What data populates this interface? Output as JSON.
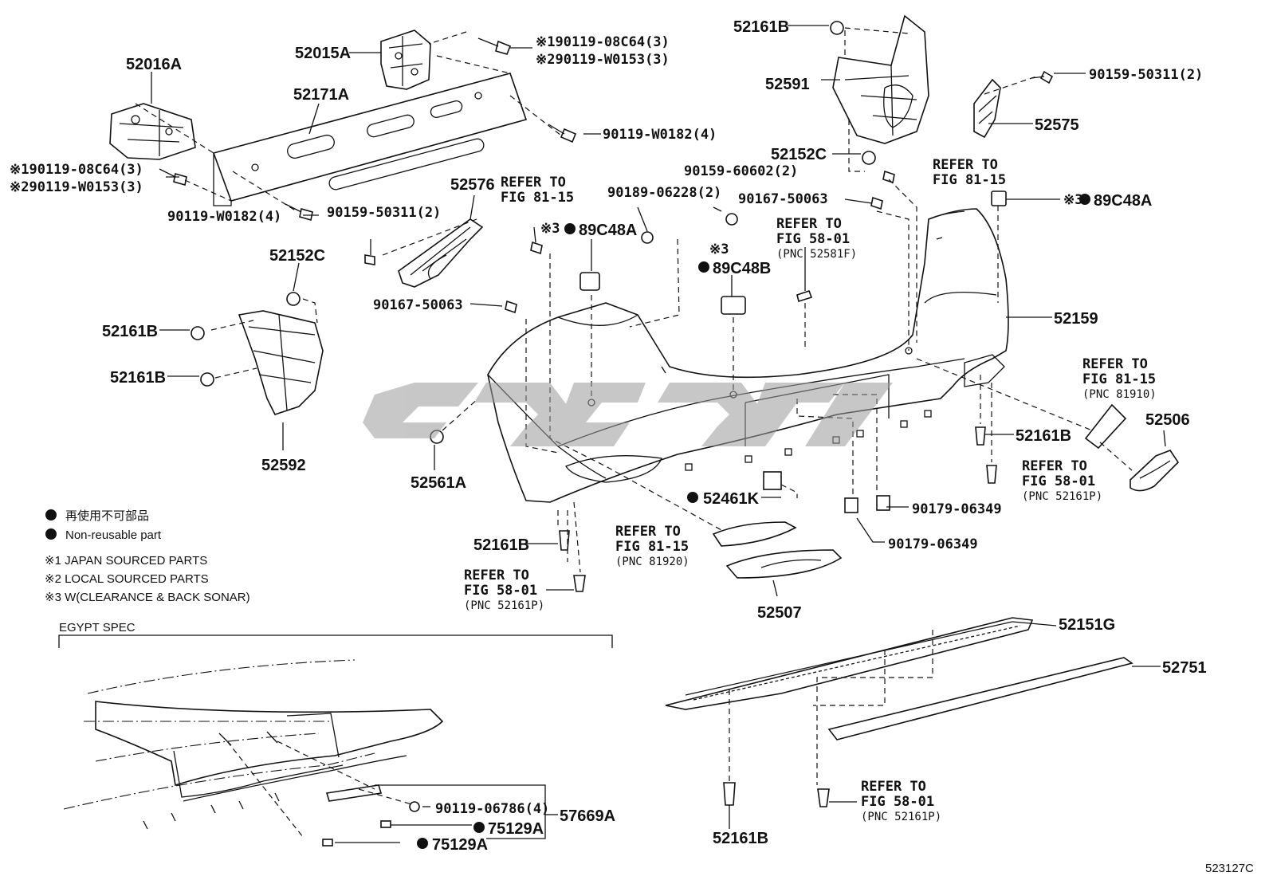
{
  "parts": {
    "p52016A": "52016A",
    "p52015A": "52015A",
    "p52171A": "52171A",
    "p52161B_top": "52161B",
    "p52591": "52591",
    "p52575": "52575",
    "p52152C_right": "52152C",
    "p52576": "52576",
    "p52152C_left": "52152C",
    "p52161B_l1": "52161B",
    "p52161B_l2": "52161B",
    "p52592": "52592",
    "p52159": "52159",
    "p52561A": "52561A",
    "p52161B_r": "52161B",
    "p52506": "52506",
    "p52461K": "52461K",
    "p52161B_bl": "52161B",
    "p52507": "52507",
    "p52151G": "52151G",
    "p52751": "52751",
    "p52161B_bottom": "52161B",
    "p57669A": "57669A",
    "p75129A_1": "75129A",
    "p75129A_2": "75129A",
    "p89C48A_mid": "89C48A",
    "p89C48A_right": "89C48A",
    "p89C48B": "89C48B"
  },
  "fasteners": {
    "f_top1": "※190119-08C64(3)",
    "f_top2": "※290119-W0153(3)",
    "f_left1": "※190119-08C64(3)",
    "f_left2": "※290119-W0153(3)",
    "f_w0182_r": "90119-W0182(4)",
    "f_w0182_l": "90119-W0182(4)",
    "f_50311_r": "90159-50311(2)",
    "f_50311_l": "90159-50311(2)",
    "f_60602": "90159-60602(2)",
    "f_06228": "90189-06228(2)",
    "f_50063_r": "90167-50063",
    "f_50063_l": "90167-50063",
    "f_06349_a": "90179-06349",
    "f_06349_b": "90179-06349",
    "f_06786": "90119-06786(4)",
    "mark3_mid": "※3",
    "mark3_right": "※3",
    "mark3_b": "※3"
  },
  "refers": {
    "r1_a": "REFER TO",
    "r1_b": "FIG 81-15",
    "r2_a": "REFER TO",
    "r2_b": "FIG 81-15",
    "r3_a": "REFER TO",
    "r3_b": "FIG 58-01",
    "r3_c": "(PNC 52581F)",
    "r4_a": "REFER TO",
    "r4_b": "FIG 81-15",
    "r4_c": "(PNC 81910)",
    "r5_a": "REFER TO",
    "r5_b": "FIG 58-01",
    "r5_c": "(PNC 52161P)",
    "r6_a": "REFER TO",
    "r6_b": "FIG 81-15",
    "r6_c": "(PNC 81920)",
    "r7_a": "REFER TO",
    "r7_b": "FIG 58-01",
    "r7_c": "(PNC 52161P)",
    "r8_a": "REFER TO",
    "r8_b": "FIG 58-01",
    "r8_c": "(PNC 52161P)"
  },
  "legend": {
    "jp": "再使用不可部品",
    "en": "Non-reusable part",
    "n1": "※1 JAPAN SOURCED PARTS",
    "n2": "※2 LOCAL SOURCED PARTS",
    "n3": "※3 W(CLEARANCE & BACK SONAR)"
  },
  "egypt_title": "EGYPT SPEC",
  "figure_id": "523127C"
}
